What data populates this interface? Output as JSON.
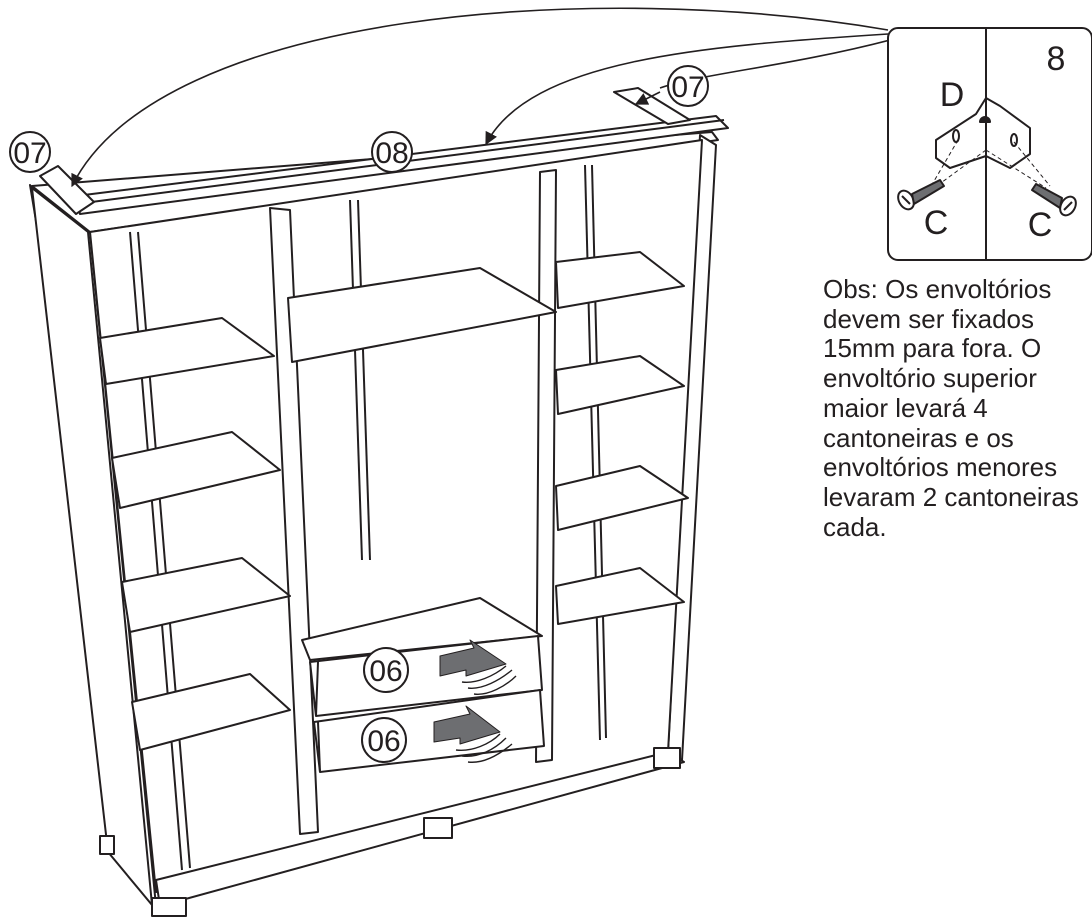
{
  "callouts": {
    "top_left": "07",
    "top_center": "08",
    "top_right": "07",
    "drawer_upper": "06",
    "drawer_lower": "06"
  },
  "detail": {
    "step_number": "8",
    "bracket_label": "D",
    "screw_left_label": "C",
    "screw_right_label": "C"
  },
  "note": {
    "lines": [
      "Obs: Os envoltórios",
      "devem ser fixados",
      "15mm para fora. O",
      "envoltório superior",
      "maior levará 4",
      "cantoneiras e os",
      "envoltórios menores",
      "levaram 2 cantoneiras",
      "cada."
    ]
  }
}
